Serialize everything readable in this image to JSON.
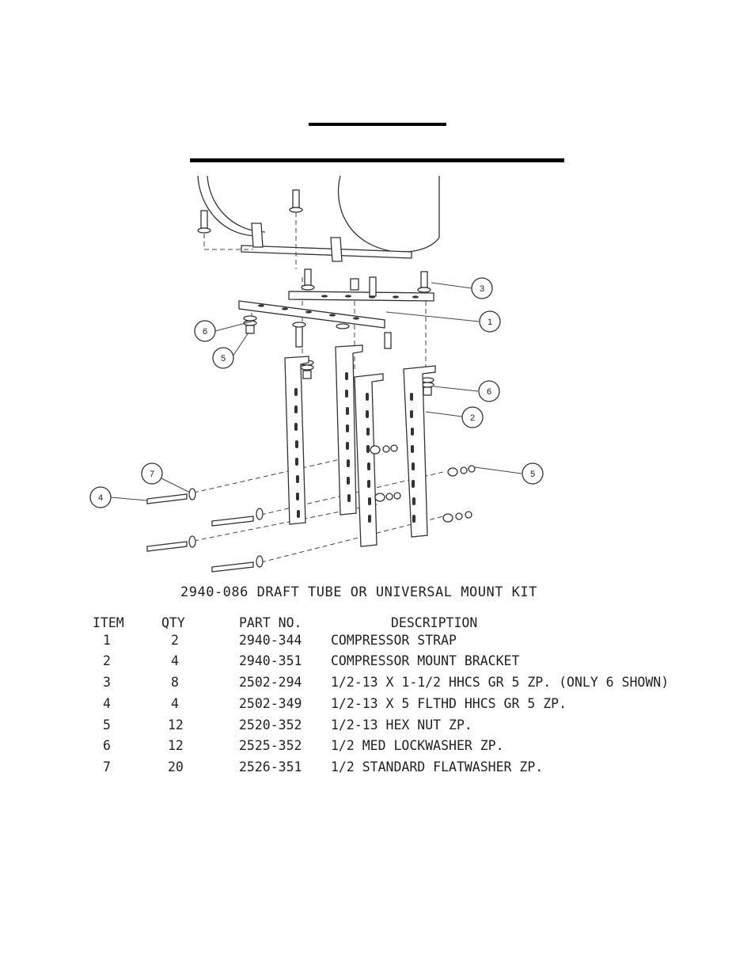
{
  "drawing": {
    "caption": "2940-086 DRAFT TUBE OR UNIVERSAL MOUNT KIT",
    "callouts": [
      "1",
      "2",
      "3",
      "4",
      "5",
      "5",
      "6",
      "6",
      "7"
    ]
  },
  "parts_list": {
    "headers": {
      "item": "ITEM",
      "qty": "QTY",
      "part_no": "PART NO.",
      "description": "DESCRIPTION"
    },
    "rows": [
      {
        "item": "1",
        "qty": "2",
        "part_no": "2940-344",
        "description": "COMPRESSOR STRAP"
      },
      {
        "item": "2",
        "qty": "4",
        "part_no": "2940-351",
        "description": "COMPRESSOR MOUNT BRACKET"
      },
      {
        "item": "3",
        "qty": "8",
        "part_no": "2502-294",
        "description": "1/2-13 X 1-1/2 HHCS GR 5 ZP. (ONLY 6 SHOWN)"
      },
      {
        "item": "4",
        "qty": "4",
        "part_no": "2502-349",
        "description": "1/2-13 X 5 FLTHD HHCS GR 5 ZP."
      },
      {
        "item": "5",
        "qty": "12",
        "part_no": "2520-352",
        "description": "1/2-13 HEX NUT ZP."
      },
      {
        "item": "6",
        "qty": "12",
        "part_no": "2525-352",
        "description": "1/2 MED LOCKWASHER ZP."
      },
      {
        "item": "7",
        "qty": "20",
        "part_no": "2526-351",
        "description": "1/2 STANDARD FLATWASHER ZP."
      }
    ]
  }
}
